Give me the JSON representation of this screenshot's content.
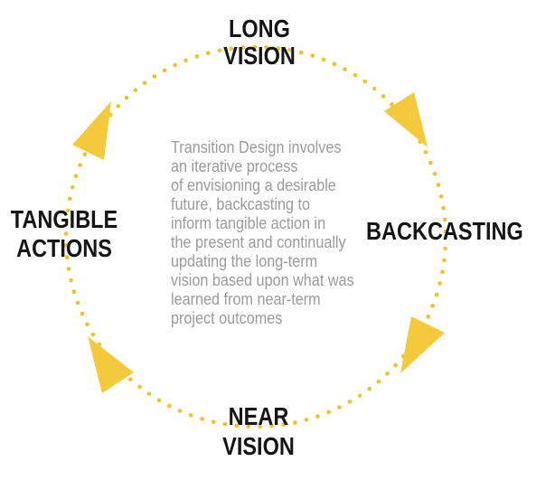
{
  "diagram": {
    "labels": {
      "top": "LONG\nVISION",
      "right": "BACKCASTING",
      "bottom": "NEAR\nVISION",
      "left": "TANGIBLE\nACTIONS"
    },
    "center_text": "Transition Design involves\nan iterative process\nof envisioning a desirable\nfuture, backcasting to\ninform tangible action in\nthe present and continually\nupdating the long-term\nvision based upon what was\nlearned from near-term\nproject outcomes",
    "colors": {
      "dot_yellow": "#EFC32A",
      "arrow_yellow": "#F4CA3C",
      "label_black": "#151515",
      "body_gray": "#9B9B9B"
    }
  }
}
